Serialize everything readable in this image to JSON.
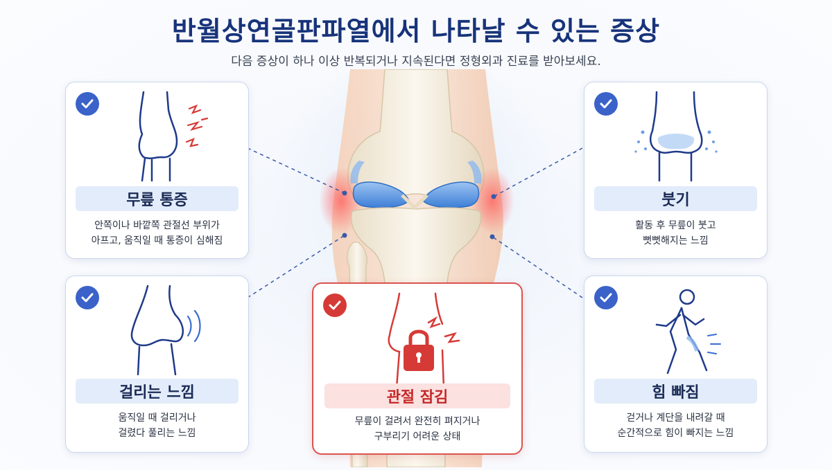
{
  "title": "반월상연골판파열에서 나타날 수 있는 증상",
  "subtitle": "다음 증상이 하나 이상 반복되거나 지속된다면 정형외과 진료를 받아보세요.",
  "colors": {
    "primary": "#17337a",
    "accent_blue": "#3a62c9",
    "accent_red": "#d63a36"
  },
  "cards": [
    {
      "id": "pain",
      "label": "무릎 통증",
      "desc": "안쪽이나 바깥쪽 관절선 부위가\n아프고, 움직일 때 통증이 심해짐",
      "icon": "knee-pain-icon"
    },
    {
      "id": "swelling",
      "label": "붓기",
      "desc": "활동 후 무릎이 붓고\n뻣뻣해지는 느낌",
      "icon": "knee-swelling-icon"
    },
    {
      "id": "catching",
      "label": "걸리는 느낌",
      "desc": "움직일 때 걸리거나\n걸렸다 풀리는 느낌",
      "icon": "knee-catching-icon"
    },
    {
      "id": "locking",
      "label": "관절 잠김",
      "desc": "무릎이 걸려서 완전히 펴지거나\n구부리기 어려운 상태",
      "icon": "knee-lock-icon"
    },
    {
      "id": "weakness",
      "label": "힘 빠짐",
      "desc": "걷거나 계단을 내려갈 때\n순간적으로 힘이 빠지는 느낌",
      "icon": "walking-weakness-icon"
    }
  ]
}
